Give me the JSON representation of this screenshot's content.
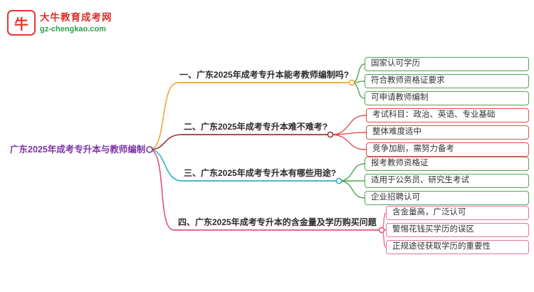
{
  "logo": {
    "icon_glyph": "牛",
    "title": "大牛教育成考网",
    "subtitle": "gz-chengkao.com"
  },
  "root": {
    "label": "广东2025年成考专升本与教师编制"
  },
  "branches": [
    {
      "label": "一、广东2025年成考专升本能考教师编制吗?",
      "color": "#f2a33c",
      "child_color": "#54a354",
      "children": [
        "国家认可学历",
        "符合教师资格证要求",
        "可申请教师编制"
      ]
    },
    {
      "label": "二、广东2025年成考专升本难不难考?",
      "color": "#96382e",
      "child_color": "#d9534f",
      "children": [
        "考试科目：政治、英语、专业基础",
        "整体难度适中",
        "竞争加剧，需努力备考"
      ]
    },
    {
      "label": "三、广东2025年成考专升本有哪些用途?",
      "color": "#2bb3c0",
      "child_color": "#54a354",
      "children": [
        "报考教师资格证",
        "适用于公务员、研究生考试",
        "企业招聘认可"
      ]
    },
    {
      "label": "四、广东2025年成考专升本的含金量及学历购买问题",
      "color": "#e0557a",
      "child_color": "#e57398",
      "children": [
        "含金量高，广泛认可",
        "警惕花钱买学历的误区",
        "正规途径获取学历的重要性"
      ]
    }
  ],
  "colors": {
    "root_text": "#7d32a8",
    "branch_text": "#2b2b2b",
    "logo_red": "#e23a2e",
    "logo_green": "#2e9e46",
    "background": "#ffffff"
  }
}
